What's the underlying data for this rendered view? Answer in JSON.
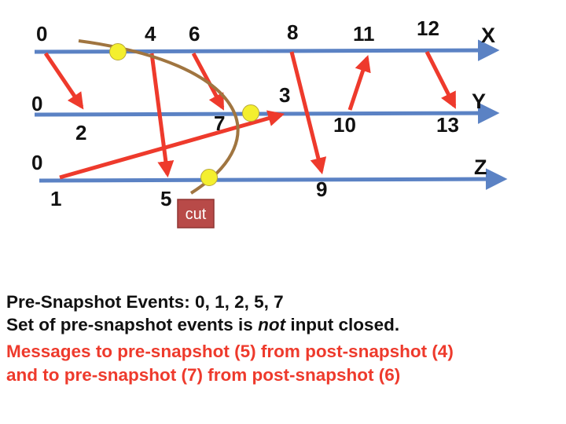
{
  "colors": {
    "process_line": "#5b82c4",
    "message_arrow": "#ee3a2c",
    "cut_curve": "#a07540",
    "cut_marker": "#f4ef2e",
    "cut_box": "#b84a48",
    "text": "#111111",
    "highlight_text": "#ee3a2c"
  },
  "processes": [
    {
      "id": "X",
      "label": "X",
      "start_event": "0"
    },
    {
      "id": "Y",
      "label": "Y",
      "start_event": "0"
    },
    {
      "id": "Z",
      "label": "Z",
      "start_event": "0"
    }
  ],
  "events": [
    {
      "label": "0",
      "process": "X"
    },
    {
      "label": "4",
      "process": "X"
    },
    {
      "label": "6",
      "process": "X"
    },
    {
      "label": "8",
      "process": "X"
    },
    {
      "label": "11",
      "process": "X"
    },
    {
      "label": "12",
      "process": "X"
    },
    {
      "label": "0",
      "process": "Y"
    },
    {
      "label": "2",
      "process": "Y"
    },
    {
      "label": "7",
      "process": "Y"
    },
    {
      "label": "3",
      "process": "Y"
    },
    {
      "label": "10",
      "process": "Y"
    },
    {
      "label": "13",
      "process": "Y"
    },
    {
      "label": "0",
      "process": "Z"
    },
    {
      "label": "1",
      "process": "Z"
    },
    {
      "label": "5",
      "process": "Z"
    },
    {
      "label": "9",
      "process": "Z"
    }
  ],
  "messages": [
    {
      "from": "X:0",
      "to": "Y:2"
    },
    {
      "from": "X:4",
      "to": "Z:5"
    },
    {
      "from": "X:6",
      "to": "Y:7"
    },
    {
      "from": "Z:1",
      "to": "Y:3"
    },
    {
      "from": "X:8",
      "to": "Z:9"
    },
    {
      "from": "Y:10",
      "to": "X:11"
    },
    {
      "from": "X:12",
      "to": "Y:13"
    }
  ],
  "cut": {
    "label": "cut"
  },
  "text_lines": [
    {
      "text": "Pre-Snapshot Events: 0, 1, 2, 5, 7",
      "style": "normal"
    },
    {
      "text_before": "Set of pre-snapshot events is ",
      "emphasis": "not",
      "text_after": " input closed.",
      "style": "normal"
    },
    {
      "text": "Messages to pre-snapshot (5) from post-snapshot (4)",
      "style": "highlight"
    },
    {
      "text": "and to pre-snapshot (7) from post-snapshot (6)",
      "style": "highlight"
    }
  ]
}
